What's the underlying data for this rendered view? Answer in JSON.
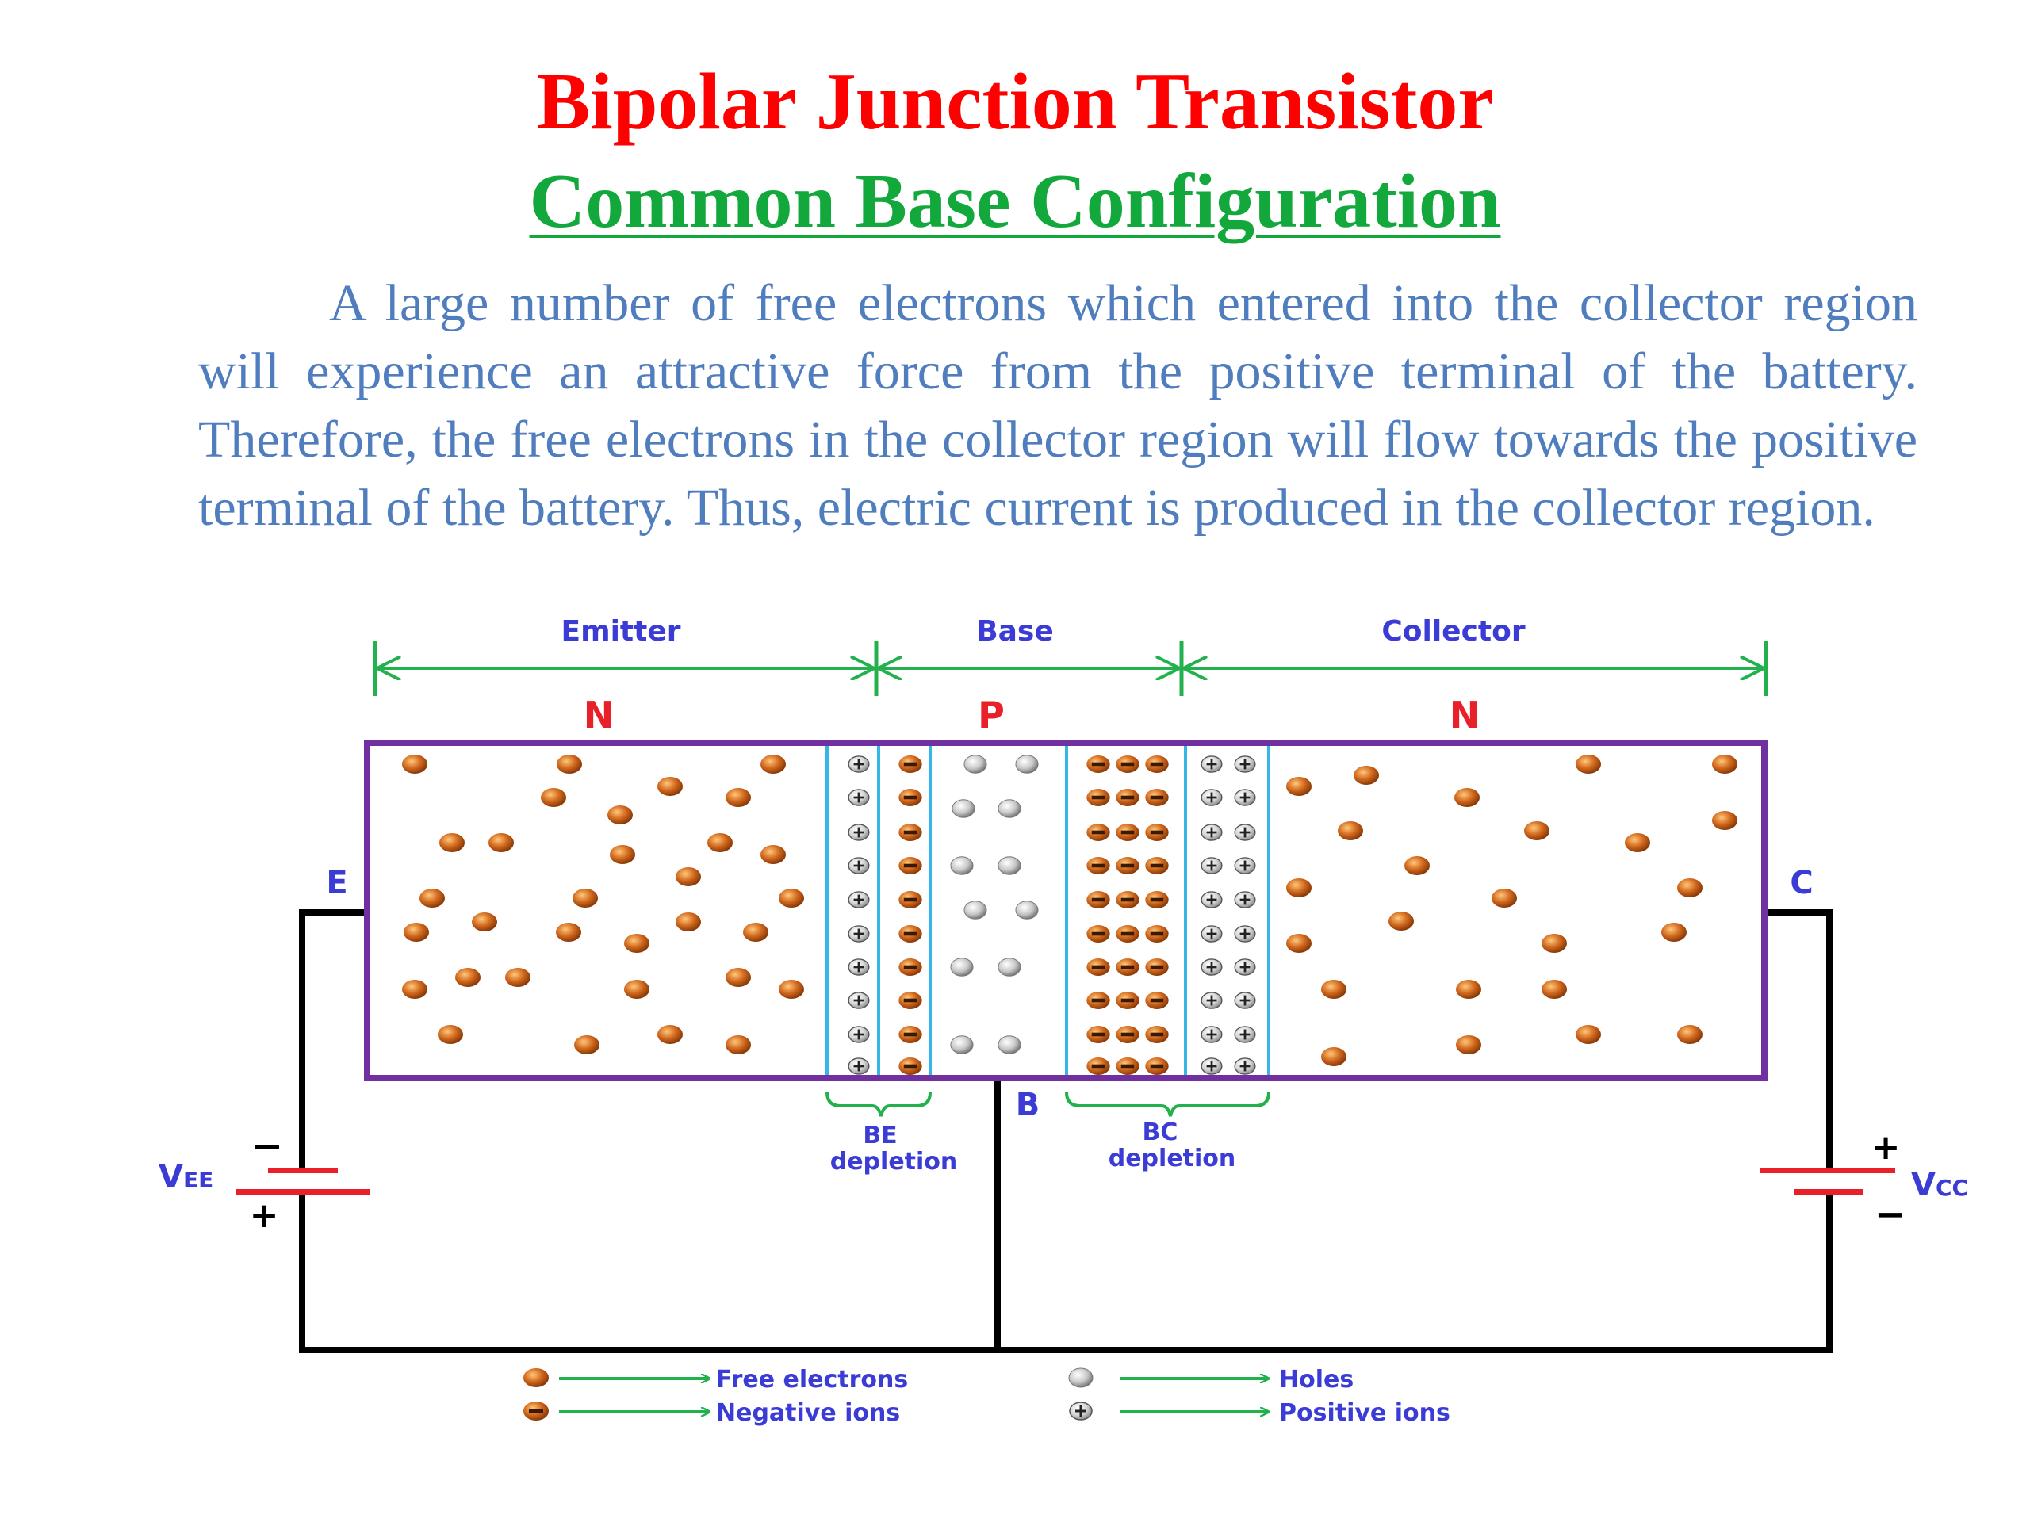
{
  "title": "Bipolar Junction Transistor",
  "subtitle": "Common Base Configuration",
  "paragraph": "A large number of free electrons which entered into the collector region will experience an attractive force from the positive terminal of the battery. Therefore, the free electrons in the collector region will flow towards the positive terminal of the battery. Thus, electric current is produced in the collector region.",
  "regions": {
    "emitter": {
      "label": "Emitter",
      "type": "N"
    },
    "base": {
      "label": "Base",
      "type": "P"
    },
    "collector": {
      "label": "Collector",
      "type": "N"
    }
  },
  "terminals": {
    "emitter": "E",
    "base": "B",
    "collector": "C"
  },
  "depletion": {
    "be_line1": "BE",
    "be_line2": "depletion",
    "bc_line1": "BC",
    "bc_line2": "depletion"
  },
  "batteries": {
    "vee": {
      "label_main": "V",
      "label_sub": "EE",
      "top_sign": "−",
      "bottom_sign": "+"
    },
    "vcc": {
      "label_main": "V",
      "label_sub": "CC",
      "top_sign": "+",
      "bottom_sign": "−"
    }
  },
  "legend": {
    "free_electrons": "Free electrons",
    "negative_ions": "Negative ions",
    "holes": "Holes",
    "positive_ions": "Positive ions"
  },
  "colors": {
    "title": "#ff0000",
    "subtitle": "#12a83c",
    "paragraph": "#4f7dbe",
    "label_blue": "#3b3bd6",
    "type_red": "#e8202a",
    "box_border": "#7030a0",
    "arrow_green": "#22b14c",
    "depletion_edge": "#35b6e8",
    "electron": "#d2691e",
    "battery_plate": "#e8202a"
  }
}
